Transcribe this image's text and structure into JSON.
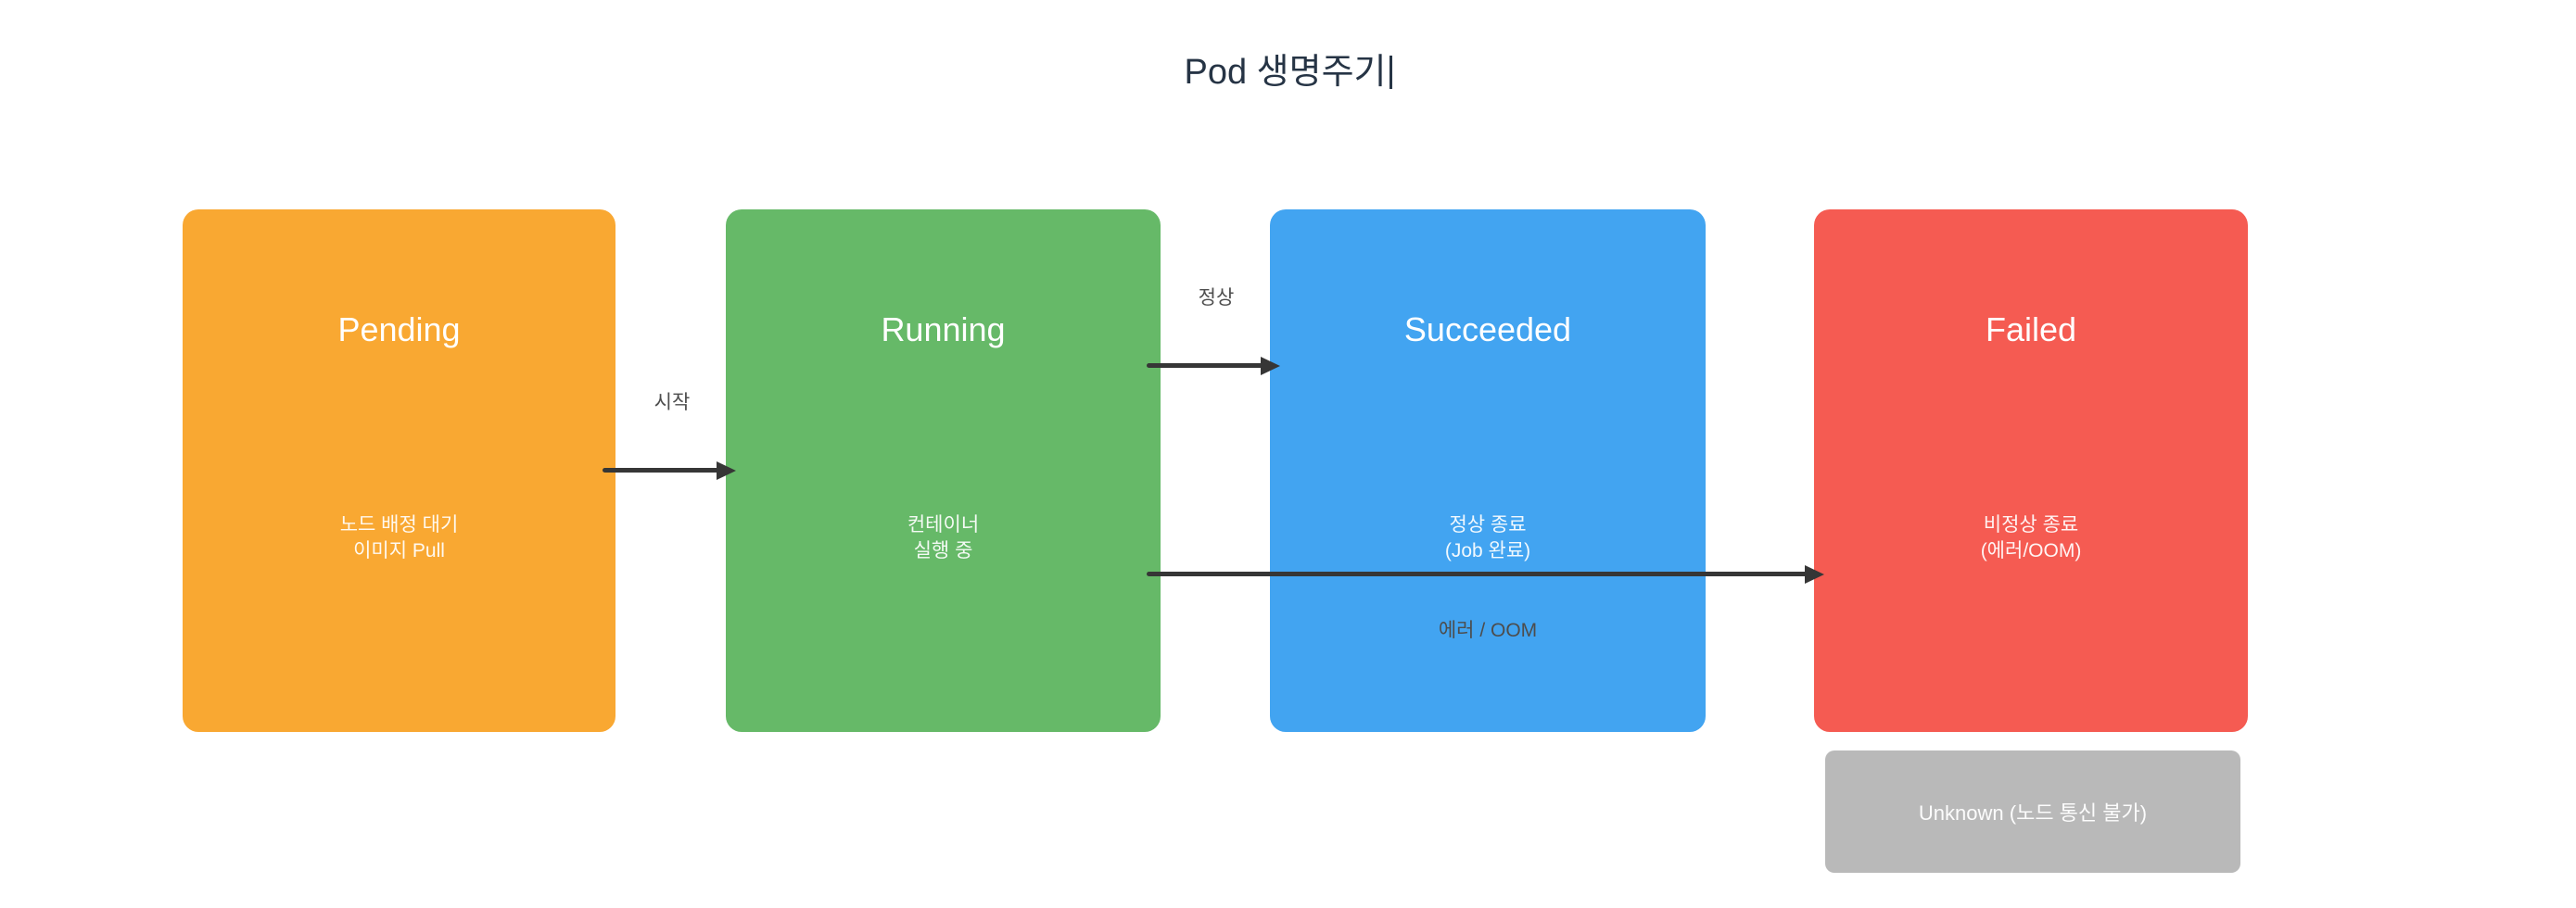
{
  "title": {
    "text": "Pod 생명주기"
  },
  "nodes": [
    {
      "id": "pending",
      "label": "Pending",
      "sublabel": "노드 배정 대기\n이미지 Pull",
      "color": "#F9A832"
    },
    {
      "id": "running",
      "label": "Running",
      "sublabel": "컨테이너\n실행 중",
      "color": "#66B968"
    },
    {
      "id": "succeeded",
      "label": "Succeeded",
      "sublabel": "정상 종료\n(Job 완료)",
      "color": "#42A4F1"
    },
    {
      "id": "failed",
      "label": "Failed",
      "sublabel": "비정상 종료\n(에러/OOM)",
      "color": "#F55B52"
    },
    {
      "id": "unknown",
      "label": "Unknown (노드 통신 불가)",
      "color": "#B9B9B9"
    }
  ],
  "edges": [
    {
      "id": "start",
      "label": "시작",
      "from": "pending",
      "to": "running"
    },
    {
      "id": "normal",
      "label": "정상",
      "from": "running",
      "to": "succeeded"
    },
    {
      "id": "error",
      "label": "에러 / OOM",
      "from": "running",
      "to": "failed"
    }
  ],
  "colors": {
    "background": "#FFFFFF",
    "arrow": "#363636",
    "edge_label_text": "#4D4D4D",
    "title_text": "#263445",
    "node_title_text": "#FFFFFF"
  }
}
